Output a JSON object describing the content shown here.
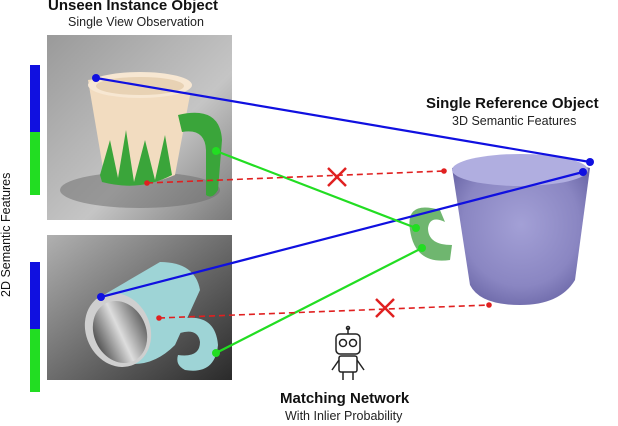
{
  "top_panel": {
    "title": "Unseen Instance Object",
    "subtitle": "Single View Observation"
  },
  "side_label": "2D Semantic Features",
  "reference": {
    "title": "Single Reference Object",
    "subtitle": "3D Semantic Features"
  },
  "network": {
    "title": "Matching Network",
    "subtitle": "With Inlier Probability"
  },
  "colors": {
    "blue": "#1010e0",
    "green": "#22dd22",
    "red": "#e02020"
  }
}
